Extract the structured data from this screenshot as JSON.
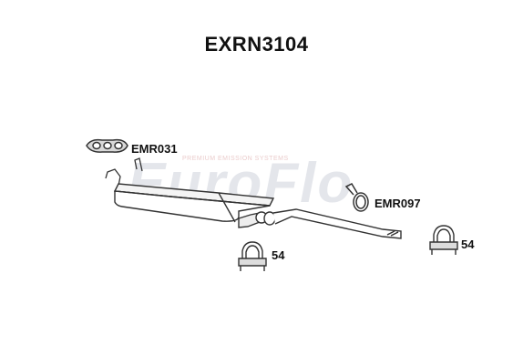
{
  "title": "EXRN3104",
  "watermark": {
    "brand": "EuroFlo",
    "tagline": "PREMIUM EMISSION SYSTEMS"
  },
  "parts": [
    {
      "code": "EMR031",
      "kind": "gasket"
    },
    {
      "code": "EMR097",
      "kind": "ring-clamp"
    },
    {
      "code": "54",
      "kind": "u-clamp"
    },
    {
      "code": "54",
      "kind": "u-clamp"
    }
  ],
  "colors": {
    "line": "#333333",
    "watermark": "#cfd3dc",
    "watermark_accent": "#e8b4b4"
  }
}
